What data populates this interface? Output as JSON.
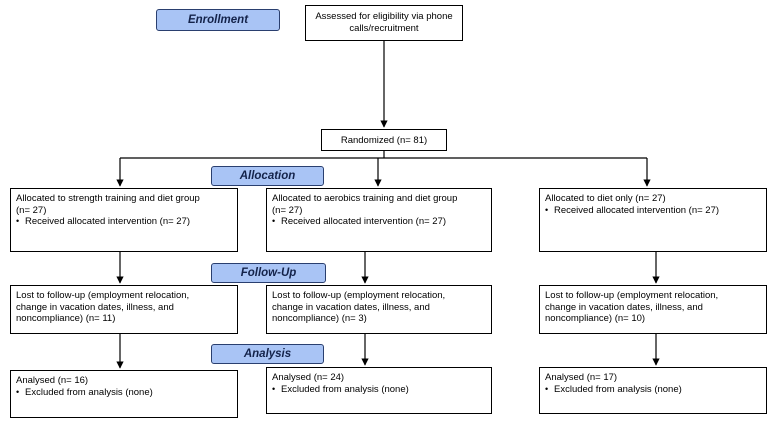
{
  "stages": {
    "enrollment": "Enrollment",
    "allocation": "Allocation",
    "followup": "Follow-Up",
    "analysis": "Analysis"
  },
  "assessed": {
    "line1": "Assessed for eligibility via phone",
    "line2": "calls/recruitment"
  },
  "randomized": "Randomized (n= 81)",
  "allocation": [
    {
      "line1": "Allocated to strength training and diet group",
      "line2": "(n= 27)",
      "bullet": "Received allocated intervention (n= 27)"
    },
    {
      "line1": "Allocated to aerobics training and diet group",
      "line2": "(n= 27)",
      "bullet": "Received allocated intervention (n= 27)"
    },
    {
      "line1": "Allocated to diet only (n=  27)",
      "line2": "",
      "bullet": "Received allocated intervention (n= 27)"
    }
  ],
  "followup": [
    {
      "line1": "Lost to follow-up (employment relocation,",
      "line2": "change in vacation dates, illness, and",
      "line3": "noncompliance) (n= 11)"
    },
    {
      "line1": "Lost to follow-up (employment relocation,",
      "line2": "change in vacation dates, illness, and",
      "line3": "noncompliance) (n= 3)"
    },
    {
      "line1": "Lost to follow-up (employment relocation,",
      "line2": "change in vacation dates, illness, and",
      "line3": "noncompliance) (n= 10)"
    }
  ],
  "analysis": [
    {
      "line1": "Analysed  (n= 16)",
      "bullet": "Excluded from analysis (none)"
    },
    {
      "line1": "Analysed  (n=  24)",
      "bullet": "Excluded from analysis (none)"
    },
    {
      "line1": "Analysed  (n=  17)",
      "bullet": "Excluded from analysis (none)"
    }
  ]
}
